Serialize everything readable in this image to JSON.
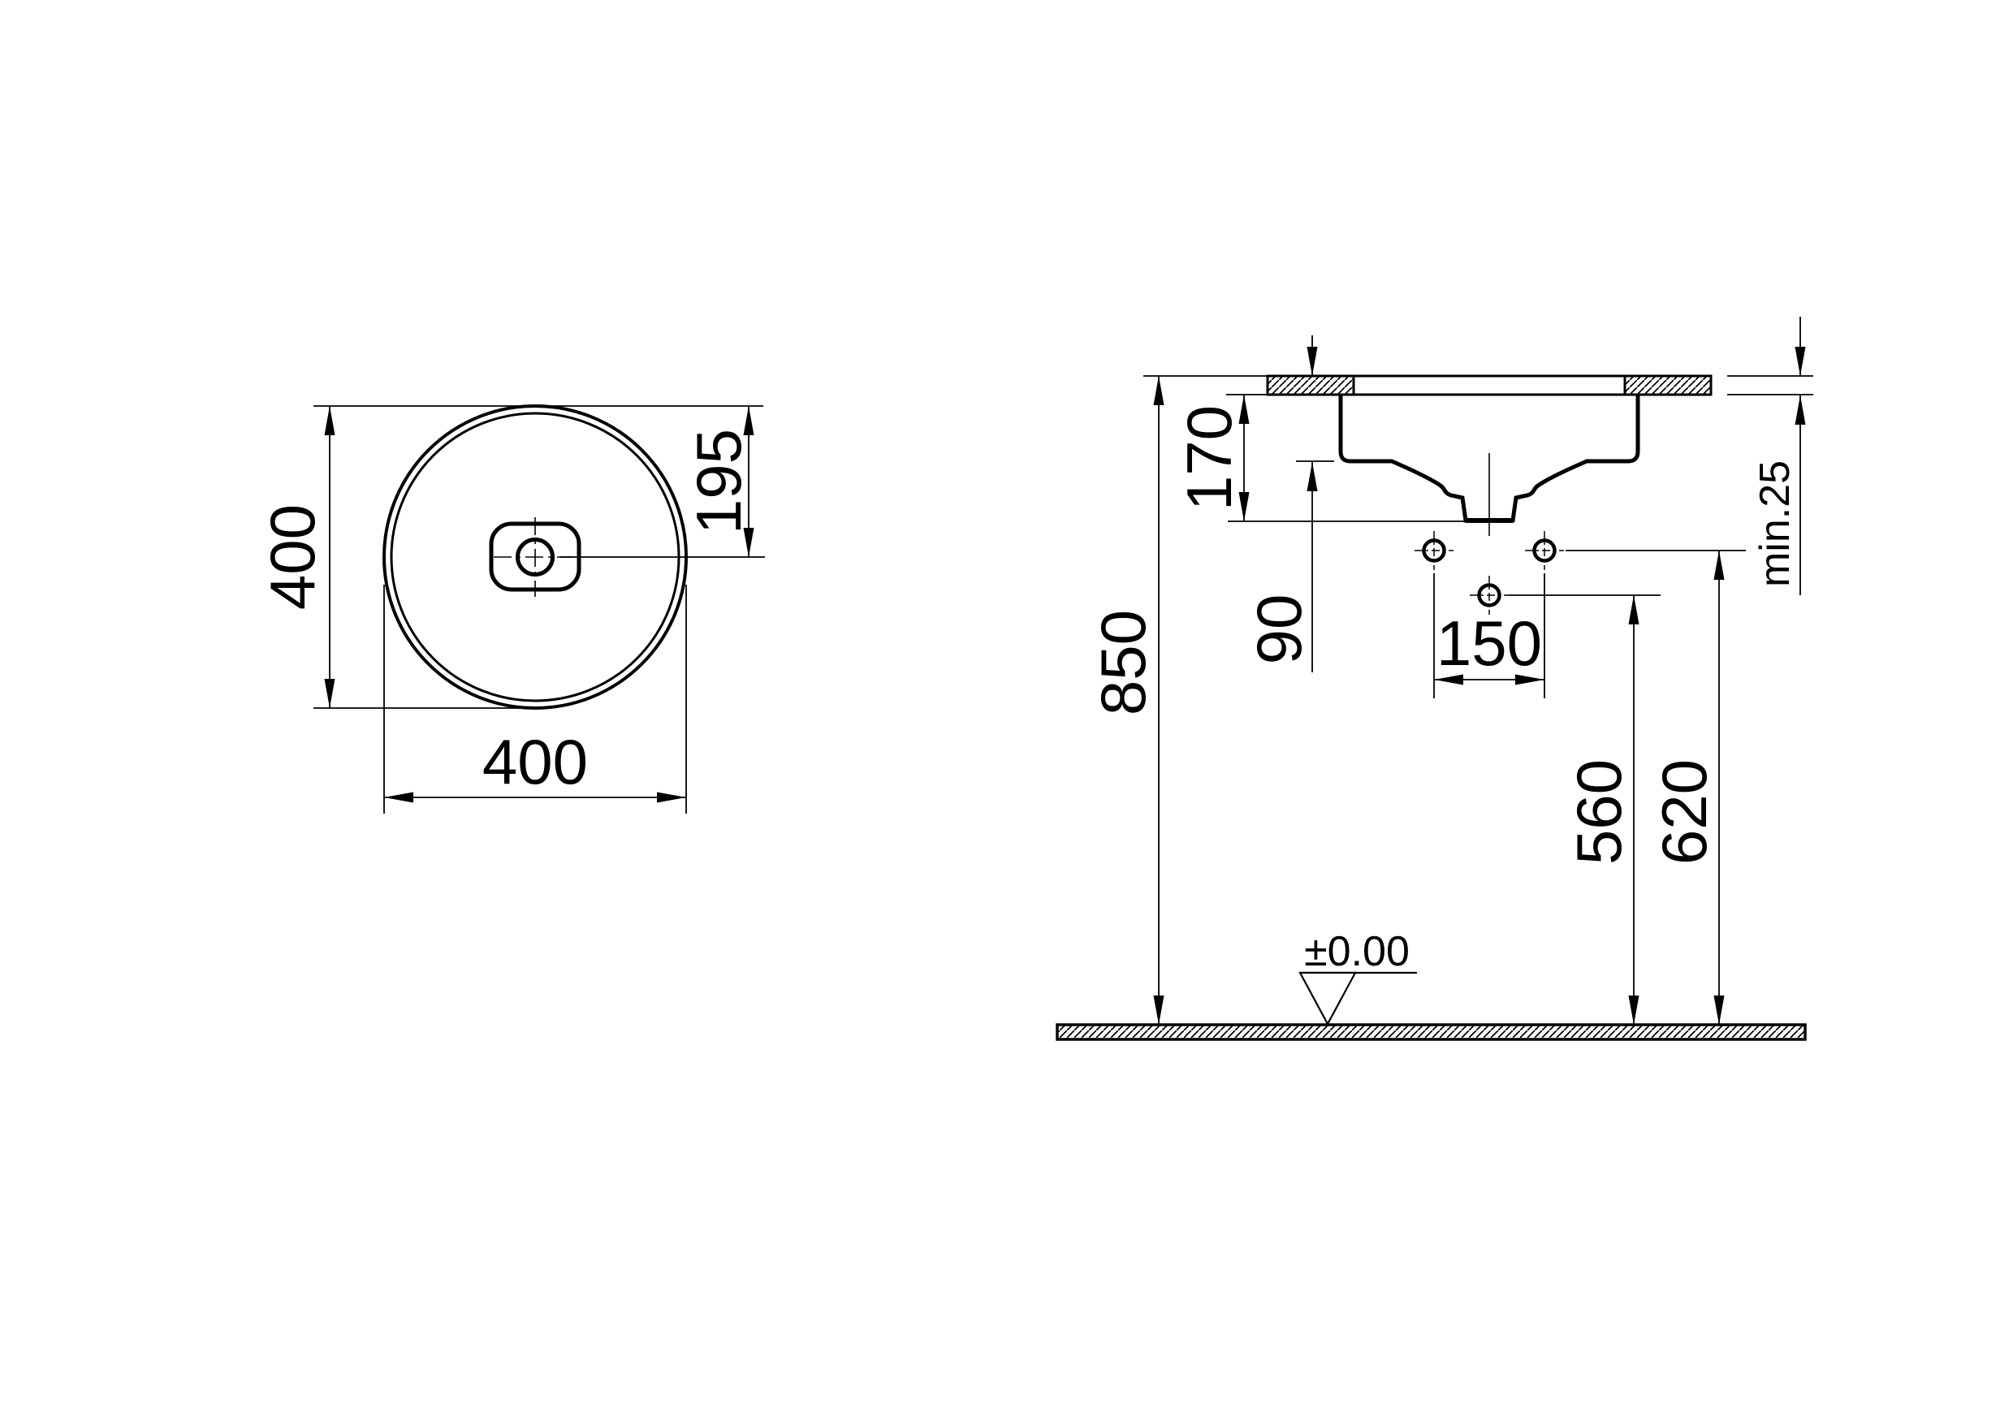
{
  "top_view": {
    "height_label": "400",
    "width_label": "400",
    "drain_offset_label": "195"
  },
  "front_view": {
    "basin_depth_label": "170",
    "outlet_height_label": "90",
    "hole_spacing_label": "150",
    "counter_height_label": "850",
    "middle_hole_height_label": "560",
    "tap_hole_height_label": "620",
    "min_counter_thickness_label": "min.25",
    "floor_datum_label": "±0.00"
  },
  "colors": {
    "ink": "#000000",
    "background": "#ffffff"
  }
}
